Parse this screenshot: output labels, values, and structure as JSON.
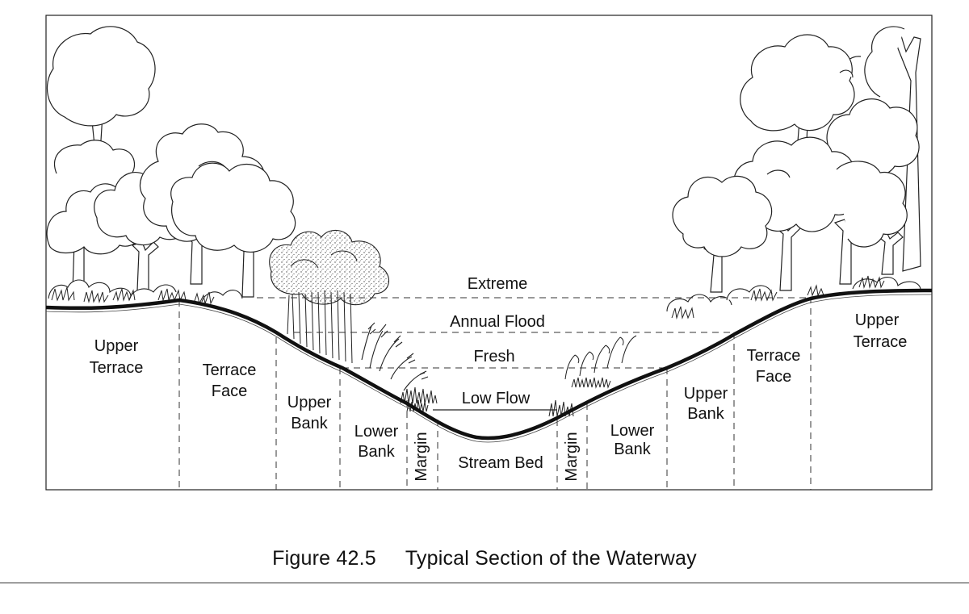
{
  "figure": {
    "caption_number": "Figure 42.5",
    "caption_title": "Typical Section of the Waterway"
  },
  "water_levels": [
    "Extreme",
    "Annual Flood",
    "Fresh",
    "Low Flow"
  ],
  "zones": {
    "upper_terrace_left": [
      "Upper",
      "Terrace"
    ],
    "terrace_face_left": [
      "Terrace",
      "Face"
    ],
    "upper_bank_left": [
      "Upper",
      "Bank"
    ],
    "lower_bank_left": [
      "Lower",
      "Bank"
    ],
    "margin_left": "Margin",
    "stream_bed": "Stream Bed",
    "margin_right": "Margin",
    "lower_bank_right": [
      "Lower",
      "Bank"
    ],
    "upper_bank_right": [
      "Upper",
      "Bank"
    ],
    "terrace_face_right": [
      "Terrace",
      "Face"
    ],
    "upper_terrace_right": [
      "Upper",
      "Terrace"
    ]
  },
  "icons": [
    "tree-icon",
    "shrub-icon",
    "grass-icon",
    "reed-icon"
  ]
}
